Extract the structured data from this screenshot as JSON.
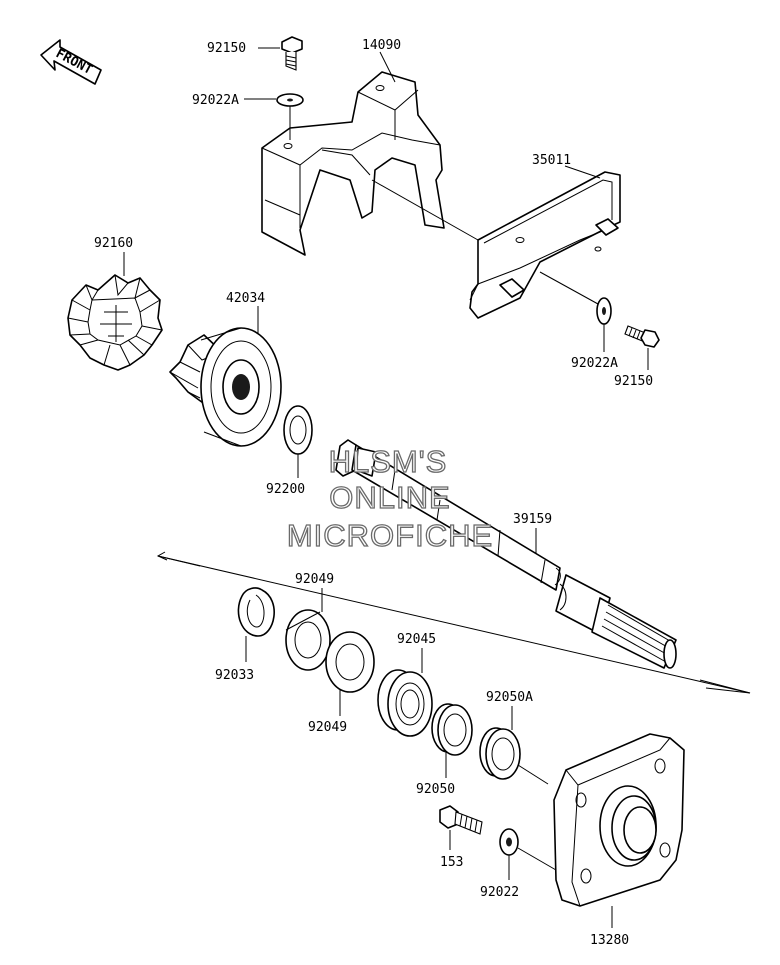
{
  "diagram": {
    "front_label": "FRONT",
    "watermark": [
      "HLSM'S",
      "ONLINE",
      "MICROFICHE"
    ],
    "labels": {
      "p14090": "14090",
      "p92150_top": "92150",
      "p92022A_top": "92022A",
      "p35011": "35011",
      "p92160": "92160",
      "p42034": "42034",
      "p92022A_right": "92022A",
      "p92150_right": "92150",
      "p92200": "92200",
      "p39159": "39159",
      "p92049_top": "92049",
      "p92033": "92033",
      "p92049_bottom": "92049",
      "p92045": "92045",
      "p92050A": "92050A",
      "p92050": "92050",
      "p153": "153",
      "p92022": "92022",
      "p13280": "13280"
    }
  }
}
